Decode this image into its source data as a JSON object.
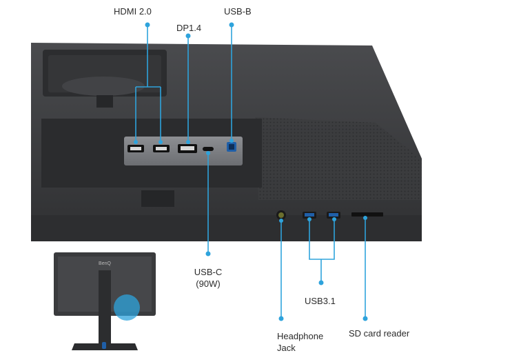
{
  "brand": "BenQ",
  "accent_color": "#2ea3dc",
  "body_color": "#3a3b3d",
  "labels": {
    "hdmi": "HDMI 2.0",
    "dp": "DP1.4",
    "usbb": "USB-B",
    "usbc_line1": "USB-C",
    "usbc_line2": "(90W)",
    "usb31": "USB3.1",
    "headphone_line1": "Headphone",
    "headphone_line2": "Jack",
    "sd": "SD card reader"
  }
}
